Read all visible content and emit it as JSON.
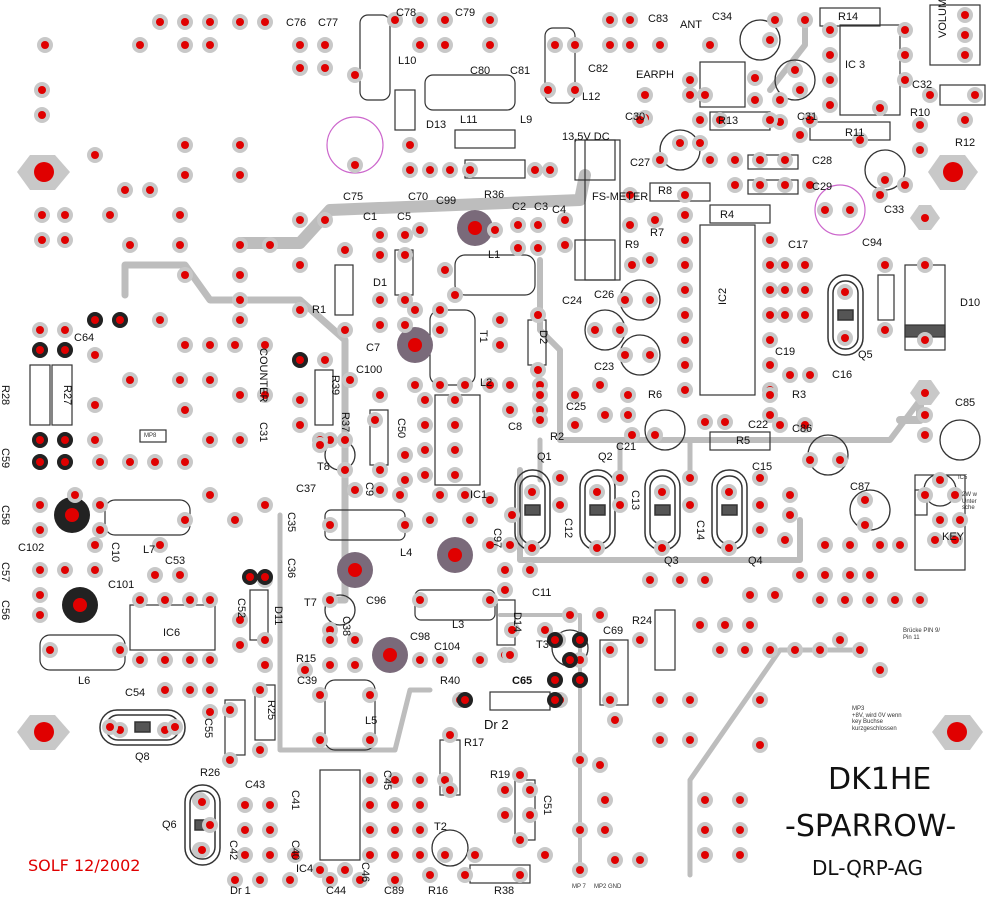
{
  "board": {
    "title_line1": "DK1HE",
    "title_line2": "-SPARROW-",
    "title_line3": "DL-QRP-AG",
    "credit": "SOLF 12/2002",
    "colors": {
      "pad": "#e00000",
      "pad_ring": "#c8c8c8",
      "trace": "#bdbdbd",
      "outline": "#333333",
      "crystal": "#7a6a7a",
      "credit": "#e00000"
    }
  },
  "labels": {
    "c76": "C76",
    "c77": "C77",
    "c78": "C78",
    "c79": "C79",
    "c83": "C83",
    "ant": "ANT",
    "c34": "C34",
    "r14": "R14",
    "volume": "VOLUME",
    "l10": "L10",
    "c80": "C80",
    "c81": "C81",
    "c82": "C82",
    "l12": "L12",
    "earph": "EARPH",
    "ic3": "IC 3",
    "c32": "C32",
    "d13": "D13",
    "l11": "L11",
    "l9": "L9",
    "r13": "R13",
    "c31": "C31",
    "r11": "R11",
    "r12": "R12",
    "c30": "C30",
    "r10": "R10",
    "v135dc": "13,5V DC",
    "c27": "C27",
    "c28": "C28",
    "c75": "C75",
    "c70": "C70",
    "r36": "R36",
    "c99": "C99",
    "fs_meter": "FS-METER",
    "r8": "R8",
    "c29": "C29",
    "c33": "C33",
    "c1": "C1",
    "c5": "C5",
    "c2": "C2",
    "c3": "C3",
    "c4": "C4",
    "r7": "R7",
    "r4": "R4",
    "c94": "C94",
    "r9": "R9",
    "c17": "C17",
    "r1": "R1",
    "d1": "D1",
    "l1": "L1",
    "c24": "C24",
    "c26": "C26",
    "ic2": "IC2",
    "d10": "D10",
    "c64": "C64",
    "c7": "C7",
    "t1": "T1",
    "d2": "D2",
    "c100": "C100",
    "l2": "L2",
    "counter": "COUNTER",
    "c23": "C23",
    "c19": "C19",
    "c16": "C16",
    "q5": "Q5",
    "r39": "R39",
    "r6": "R6",
    "r3": "R3",
    "r28": "R28",
    "r27": "R27",
    "mp8": "MP8",
    "c31b": "C31",
    "r37": "R37",
    "c50": "C50",
    "c25": "C25",
    "c22": "C22",
    "c85": "C85",
    "c8": "C8",
    "r2": "R2",
    "c21": "C21",
    "r5": "R5",
    "c86": "C86",
    "c59": "C59",
    "t8": "T8",
    "q1": "Q1",
    "q2": "Q2",
    "ic5": "IC5",
    "c37": "C37",
    "c9": "C9",
    "ic1": "IC1",
    "c15": "C15",
    "c87": "C87",
    "c58": "C58",
    "c35": "C35",
    "c13": "C13",
    "c14": "C14",
    "c12": "C12",
    "c102": "C102",
    "c10": "C10",
    "l7": "L7",
    "l4": "L4",
    "c97": "C97",
    "q3": "Q3",
    "q4": "Q4",
    "key": "KEY",
    "c57": "C57",
    "c36": "C36",
    "c53": "C53",
    "c101": "C101",
    "c11": "C11",
    "c56": "C56",
    "c52": "C52",
    "d11": "D11",
    "t7": "T7",
    "c96": "C96",
    "r24": "R24",
    "c69": "C69",
    "ic6": "IC6",
    "c38": "C38",
    "l3": "L3",
    "d14": "D14",
    "brucke": "Brücke PIN 9/\nPin 11",
    "l6": "L6",
    "r15": "R15",
    "c98": "C98",
    "c104": "C104",
    "t3": "T3",
    "c39": "C39",
    "r40": "R40",
    "c65": "C65",
    "c54": "C54",
    "r25": "R25",
    "l5": "L5",
    "dr2": "Dr 2",
    "mp3": "MP3\n+8V, wird 0V wenn\nkey Buchse\nkurzgeschlossen",
    "c55": "C55",
    "q8": "Q8",
    "r17": "R17",
    "r26": "R26",
    "r19": "R19",
    "c43": "C43",
    "c41": "C41",
    "c40": "C40",
    "c45": "C45",
    "c51": "C51",
    "q6": "Q6",
    "c42": "C42",
    "t2": "T2",
    "ic4": "IC4",
    "dr1": "Dr 1",
    "c44": "C44",
    "c46": "C46",
    "c89": "C89",
    "r16": "R16",
    "r38": "R38",
    "mp7": "MP 7",
    "mp2gnd": "MP2 GND",
    "zv": "2W w\nUnter\nsche"
  }
}
